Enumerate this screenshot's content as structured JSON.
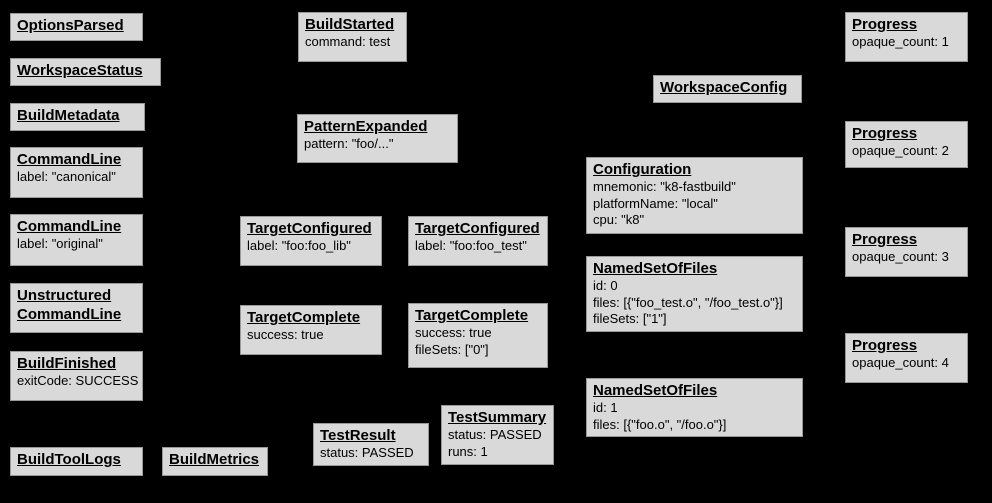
{
  "theme": {
    "bg": "#000000",
    "node_fill": "#d9d9d9",
    "node_border": "#999999",
    "node_text": "#000000"
  },
  "nodes": {
    "options_parsed": {
      "title": "OptionsParsed"
    },
    "workspace_status": {
      "title": "WorkspaceStatus"
    },
    "build_metadata": {
      "title": "BuildMetadata"
    },
    "command_line_canonical": {
      "title": "CommandLine",
      "lines": [
        "label: \"canonical\""
      ]
    },
    "command_line_original": {
      "title": "CommandLine",
      "lines": [
        "label: \"original\""
      ]
    },
    "unstructured_command_line": {
      "title": "Unstructured CommandLine"
    },
    "build_finished": {
      "title": "BuildFinished",
      "lines": [
        "exitCode: SUCCESS"
      ]
    },
    "build_tool_logs": {
      "title": "BuildToolLogs"
    },
    "build_metrics": {
      "title": "BuildMetrics"
    },
    "build_started": {
      "title": "BuildStarted",
      "lines": [
        "command: test"
      ]
    },
    "pattern_expanded": {
      "title": "PatternExpanded",
      "lines": [
        "pattern: \"foo/...\""
      ]
    },
    "target_configured_foo_lib": {
      "title": "TargetConfigured",
      "lines": [
        "label: \"foo:foo_lib\""
      ]
    },
    "target_configured_foo_test": {
      "title": "TargetConfigured",
      "lines": [
        "label: \"foo:foo_test\""
      ]
    },
    "target_complete_foo_lib": {
      "title": "TargetComplete",
      "lines": [
        "success: true"
      ]
    },
    "target_complete_foo_test": {
      "title": "TargetComplete",
      "lines": [
        "success: true",
        "fileSets: [\"0\"]"
      ]
    },
    "test_result": {
      "title": "TestResult",
      "lines": [
        "status: PASSED"
      ]
    },
    "test_summary": {
      "title": "TestSummary",
      "lines": [
        "status: PASSED",
        "runs: 1"
      ]
    },
    "workspace_config": {
      "title": "WorkspaceConfig"
    },
    "configuration": {
      "title": "Configuration",
      "lines": [
        "mnemonic: \"k8-fastbuild\"",
        "platformName: \"local\"",
        "cpu: \"k8\""
      ]
    },
    "named_set_of_files_0": {
      "title": "NamedSetOfFiles",
      "lines": [
        "id: 0",
        "files: [{\"foo_test.o\", \"/foo_test.o\"}]",
        "fileSets: [\"1\"]"
      ]
    },
    "named_set_of_files_1": {
      "title": "NamedSetOfFiles",
      "lines": [
        "id: 1",
        "files: [{\"foo.o\", \"/foo.o\"}]"
      ]
    },
    "progress_1": {
      "title": "Progress",
      "lines": [
        "opaque_count: 1"
      ]
    },
    "progress_2": {
      "title": "Progress",
      "lines": [
        "opaque_count: 2"
      ]
    },
    "progress_3": {
      "title": "Progress",
      "lines": [
        "opaque_count: 3"
      ]
    },
    "progress_4": {
      "title": "Progress",
      "lines": [
        "opaque_count: 4"
      ]
    }
  }
}
